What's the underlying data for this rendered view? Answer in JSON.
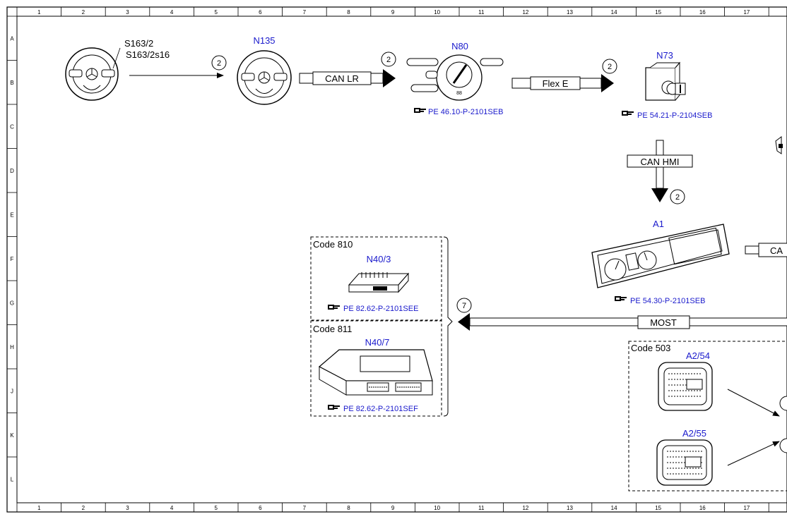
{
  "grid": {
    "columns": [
      "1",
      "2",
      "3",
      "4",
      "5",
      "6",
      "7",
      "8",
      "9",
      "10",
      "11",
      "12",
      "13",
      "14",
      "15",
      "16",
      "17"
    ],
    "rows": [
      "A",
      "B",
      "C",
      "D",
      "E",
      "F",
      "G",
      "H",
      "J",
      "K",
      "L"
    ]
  },
  "colors": {
    "component_label": "#1a1acc",
    "reference": "#1a1acc",
    "line": "#000000"
  },
  "components": {
    "s163": {
      "label_1": "S163/2",
      "label_2": "S163/2s16"
    },
    "n135": {
      "label": "N135"
    },
    "n80": {
      "label": "N80",
      "ref": "PE 46.10-P-2101SEB"
    },
    "n73": {
      "label": "N73",
      "ref": "PE 54.21-P-2104SEB"
    },
    "a1": {
      "label": "A1",
      "ref": "PE 54.30-P-2101SEB"
    },
    "n40_3": {
      "code": "Code 810",
      "label": "N40/3",
      "ref": "PE 82.62-P-2101SEE"
    },
    "n40_7": {
      "code": "Code 811",
      "label": "N40/7",
      "ref": "PE 82.62-P-2101SEF"
    },
    "a2_54": {
      "code": "Code 503",
      "label": "A2/54"
    },
    "a2_55": {
      "label": "A2/55"
    }
  },
  "connections": {
    "can_lr": "CAN LR",
    "flex_e": "Flex E",
    "can_hmi": "CAN HMI",
    "most": "MOST",
    "a1_right": "CA"
  },
  "markers": {
    "m1": "2",
    "m2": "2",
    "m3": "2",
    "m4": "2",
    "m5": "7"
  },
  "icons": {
    "reference": "pointing-hand-icon"
  }
}
